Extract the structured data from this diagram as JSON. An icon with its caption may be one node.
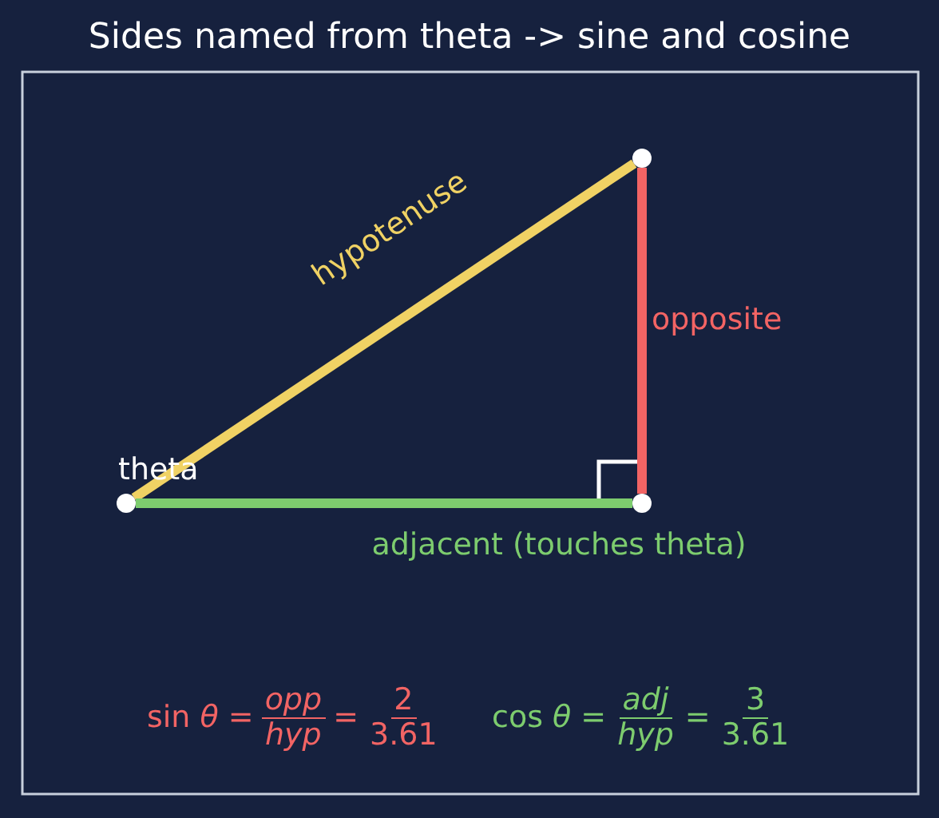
{
  "diagram": {
    "title": "Sides named from theta -> sine and cosine",
    "nodes": [
      {
        "text": [],
        "shape": "circle",
        "beside": [
          "theta"
        ]
      },
      {
        "text": [],
        "shape": "circle"
      },
      {
        "text": [],
        "shape": "circle"
      }
    ],
    "edges": [
      {
        "from": 0,
        "to": 1,
        "arrow": "none",
        "label": "hypotenuse",
        "color": "#f0d264"
      },
      {
        "from": 1,
        "to": 2,
        "arrow": "none",
        "label": "opposite",
        "color": "#f26464"
      },
      {
        "from": 0,
        "to": 2,
        "arrow": "none",
        "label": "adjacent (touches theta)",
        "color": "#7dcc6e"
      }
    ],
    "labels": [
      "sin *θ*",
      "=",
      "opp",
      "hyp",
      "=",
      "2",
      "3.61",
      "cos *θ*",
      "=",
      "adj",
      "hyp",
      "=",
      "3",
      "3.61"
    ]
  }
}
